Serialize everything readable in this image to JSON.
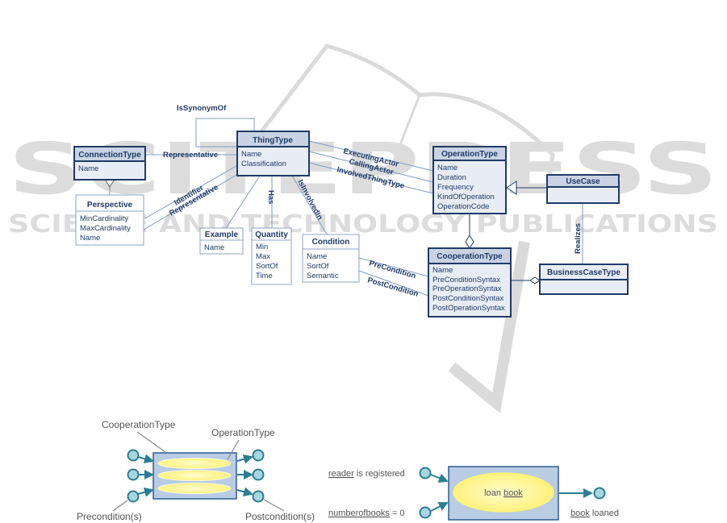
{
  "watermark": {
    "line1": "SCITEPRESS",
    "line2": "SCIENCE AND TECHNOLOGY PUBLICATIONS"
  },
  "uml": {
    "classes": {
      "thing_type": {
        "title": "ThingType",
        "attrs": [
          "Name",
          "Classification"
        ]
      },
      "connection_type": {
        "title": "ConnectionType",
        "attrs": [
          "Name"
        ]
      },
      "perspective": {
        "title": "Perspective",
        "attrs": [
          "MinCardinality",
          "MaxCardinality",
          "Name"
        ]
      },
      "example": {
        "title": "Example",
        "attrs": [
          "Name"
        ]
      },
      "quantity": {
        "title": "Quantity",
        "attrs": [
          "Min",
          "Max",
          "SortOf",
          "Time"
        ]
      },
      "condition": {
        "title": "Condition",
        "attrs": [
          "Name",
          "SortOf",
          "Semantic"
        ]
      },
      "operation_type": {
        "title": "OperationType",
        "attrs": [
          "Name",
          "Duration",
          "Frequency",
          "KindOfOperation",
          "OperationCode"
        ]
      },
      "use_case": {
        "title": "UseCase",
        "attrs": []
      },
      "cooperation_type": {
        "title": "CooperationType",
        "attrs": [
          "Name",
          "PreConditionSyntax",
          "PreOperationSyntax",
          "PostConditionSyntax",
          "PostOperationSyntax"
        ]
      },
      "business_case_type": {
        "title": "BusinessCaseType",
        "attrs": []
      }
    },
    "associations": {
      "is_synonym_of": "IsSynonymOf",
      "representative_top": "Representative",
      "identifier": "Identifier",
      "representative_diag": "Representative",
      "has": "Has",
      "is_involved_in": "IsInvolvedIn",
      "executing_actor": "ExecutingActor",
      "calling_actor": "CallingActor",
      "involved_thing_type": "InvolvedThingType",
      "pre_condition": "PreCondition",
      "post_condition": "PostCondition",
      "realizes": "Realizes"
    }
  },
  "schema_figure": {
    "cooperation_type_label": "CooperationType",
    "operation_type_label": "OperationType",
    "preconditions_label": "Precondition(s)",
    "postconditions_label": "Postcondition(s)"
  },
  "example_figure": {
    "pre1_underlined": "reader",
    "pre1_rest": " is registered",
    "pre2_underlined": "numberofbooks",
    "pre2_rest": "  = 0",
    "operation_plain": "loan ",
    "operation_underlined": "book",
    "post_underlined": "book",
    "post_rest": " loaned"
  }
}
